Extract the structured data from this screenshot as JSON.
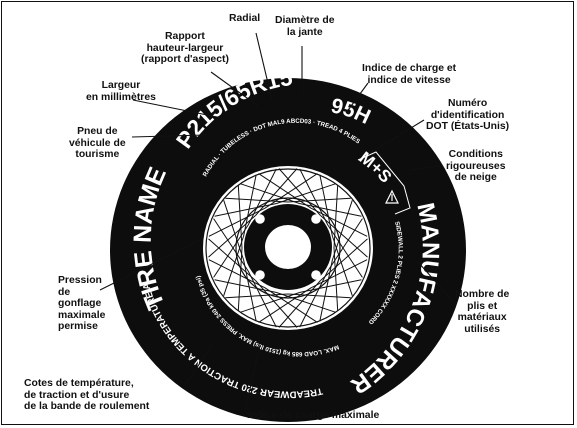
{
  "tire": {
    "brand": "TIRE NAME",
    "manufacturer": "MANUFACTURER",
    "size_code": "P215/65R15",
    "service_code": "95H",
    "snow_code": "M+S",
    "upper_ring_text": "RADIAL · TUBELESS · DOT MAL9 ABCD03 · TREAD 4 PLIES",
    "right_ring_text": "SIDEWALL 2 PLIES 2 XXXXXX CORD",
    "lower_ring_text": "MAX. LOAD 685 kg (1510 lbs) MAX. PRESS 240 kPa (35 psi)",
    "tread_text": "TREADWEAR 220 TRACTION A TEMPERATURE A"
  },
  "callouts": {
    "radial": "Radial",
    "rim_diameter": "Diamètre de\nla jante",
    "aspect_ratio": "Rapport\nhauteur-largeur\n(rapport d'aspect)",
    "width_mm": "Largeur\nen millimètres",
    "load_speed": "Indice de charge et\nindice de vitesse",
    "dot": "Numéro\nd'identification\nDOT (États-Unis)",
    "passenger": "Pneu de\nvéhicule de\ntourisme",
    "snow": "Conditions\nrigoureuses\nde neige",
    "pressure": "Pression\nde\ngonflage\nmaximale\npermise",
    "plies": "Nombre de\nplis et\nmatériaux\nutilisés",
    "utqg": "Cotes de température,\nde traction et d'usure\nde la bande de roulement",
    "max_load": "Indice de charge maximale"
  }
}
